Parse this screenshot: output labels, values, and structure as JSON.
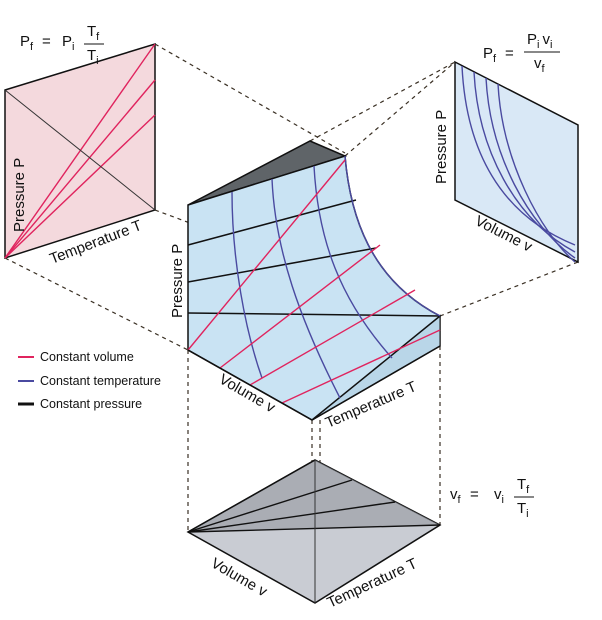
{
  "colors": {
    "constant_volume": "#e0245e",
    "constant_temperature": "#4a4aa0",
    "constant_pressure": "#111111",
    "pt_panel": "#f4d9dd",
    "pv_panel": "#d9e8f6",
    "surface": "#c9e3f3",
    "vt_panel": "#c9ccd3",
    "shadow": "#5f6468"
  },
  "labels": {
    "pressure": "Pressure P",
    "temperature": "Temperature T",
    "volume": "Volume v"
  },
  "equations": {
    "pressure_temperature": {
      "lhs": "P",
      "lhs_sub": "f",
      "eq": "=",
      "coef": "P",
      "coef_sub": "i",
      "num": "T",
      "num_sub": "f",
      "den": "T",
      "den_sub": "i"
    },
    "pressure_volume": {
      "lhs": "P",
      "lhs_sub": "f",
      "eq": "=",
      "num": "P",
      "num_sub": "i",
      "num2": "v",
      "num2_sub": "i",
      "den": "v",
      "den_sub": "f"
    },
    "volume_temperature": {
      "lhs": "v",
      "lhs_sub": "f",
      "eq": "=",
      "coef": "v",
      "coef_sub": "i",
      "num": "T",
      "num_sub": "f",
      "den": "T",
      "den_sub": "i"
    }
  },
  "legend": [
    {
      "label": "Constant volume",
      "color": "#e0245e"
    },
    {
      "label": "Constant temperature",
      "color": "#4a4aa0"
    },
    {
      "label": "Constant pressure",
      "color": "#111111"
    }
  ]
}
